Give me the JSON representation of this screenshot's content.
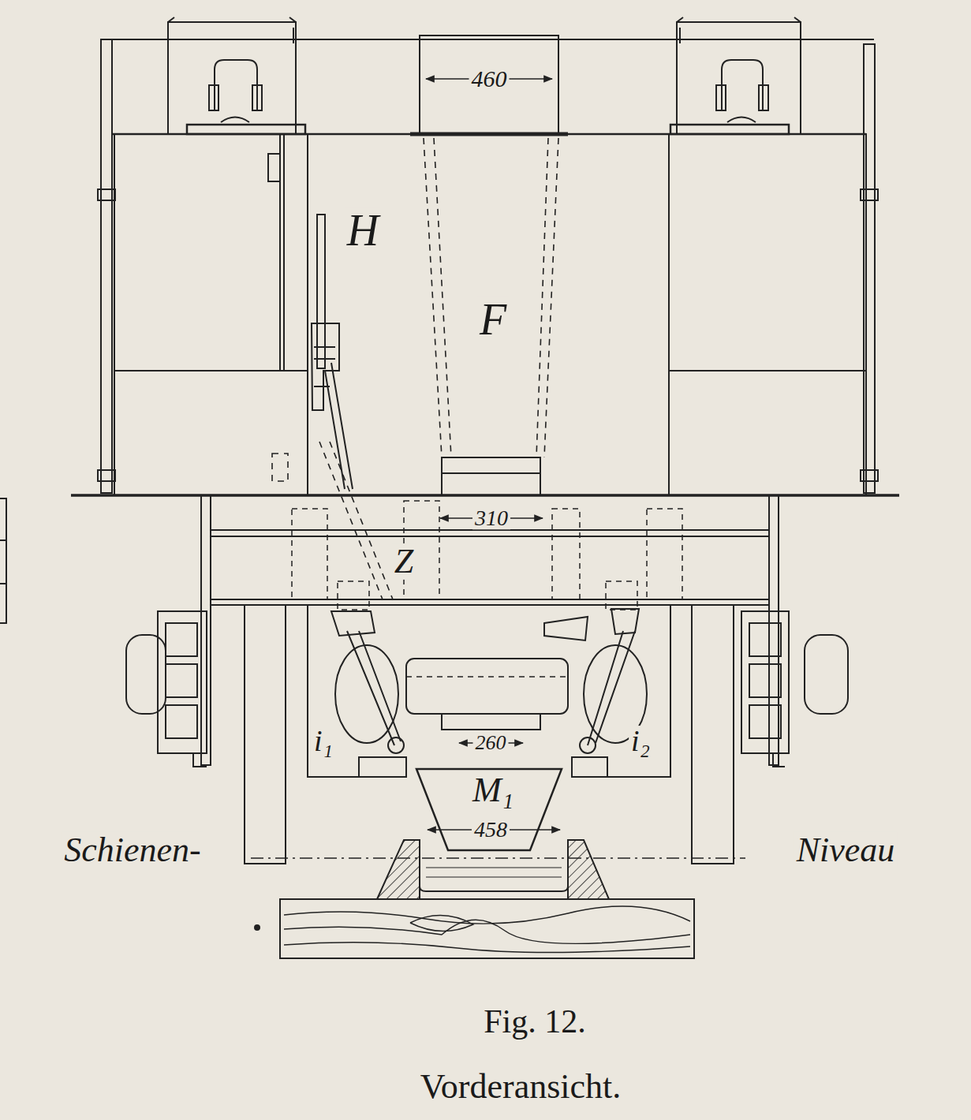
{
  "diagram": {
    "title": "Fig. 12.",
    "caption": "Vorderansicht.",
    "labels": [
      "460",
      "H",
      "F",
      "310",
      "Z",
      "i₁",
      "i₂",
      "260",
      "M₁",
      "458",
      "Schienen-",
      "Niveau"
    ]
  }
}
